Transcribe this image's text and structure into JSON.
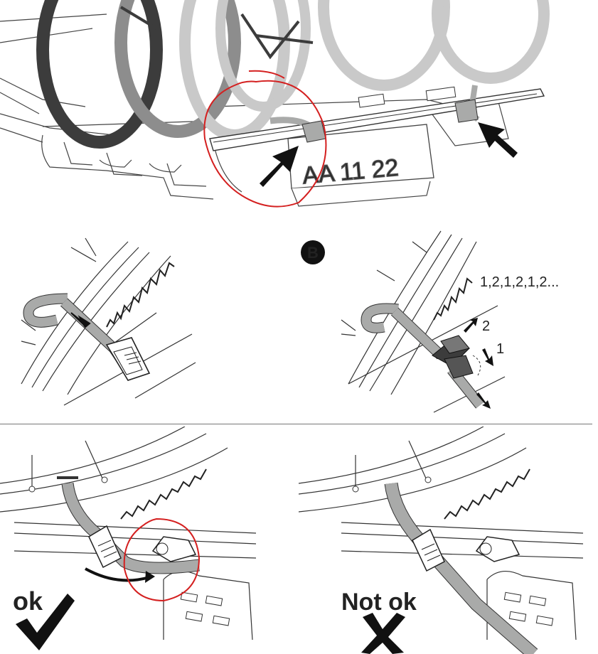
{
  "plate_text": "AA 11 22",
  "step_badge": "B",
  "sequence_text": "1,2,1,2,1,2...",
  "arrow_label_1": "1",
  "arrow_label_2": "2",
  "ok_label": "ok",
  "not_ok_label": "Not ok",
  "colors": {
    "ink": "#222222",
    "strap": "#a9aaa9",
    "tire_dark": "#3c3c3c",
    "tire_mid": "#8d8d8d",
    "tire_light": "#c9c9c9",
    "highlight_red": "#d42020"
  },
  "icons": [
    "check-icon",
    "cross-icon",
    "arrow-icon"
  ]
}
